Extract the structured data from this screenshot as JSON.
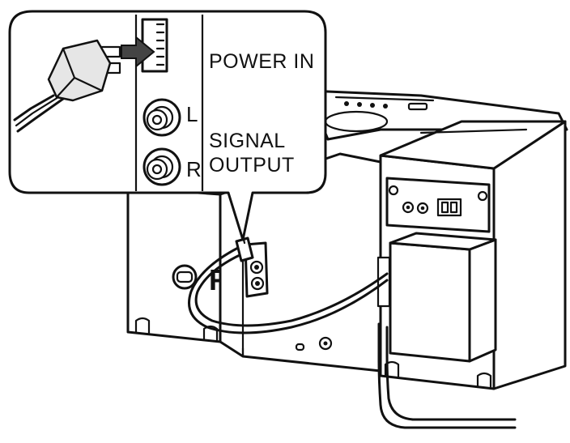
{
  "diagram": {
    "callout_labels": {
      "power_in": "POWER IN",
      "signal_line1": "SIGNAL",
      "signal_line2": "OUTPUT",
      "left_channel": "L",
      "right_channel": "R"
    },
    "unit_label": "R"
  }
}
